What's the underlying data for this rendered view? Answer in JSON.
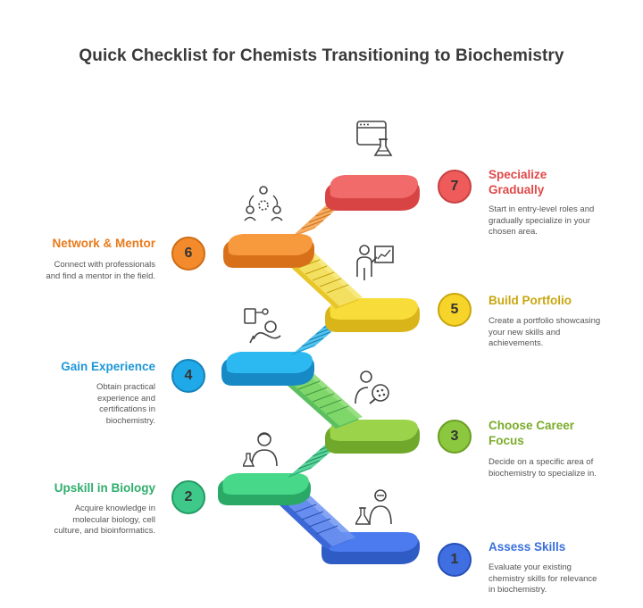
{
  "title": "Quick Checklist for Chemists Transitioning to Biochemistry",
  "steps": [
    {
      "num": "1",
      "title": "Assess Skills",
      "desc": "Evaluate your existing chemistry skills for relevance in biochemistry.",
      "color": "#3f6fe0",
      "title_color": "#3a6fdc",
      "icon": "scientist-with-flask-icon"
    },
    {
      "num": "2",
      "title": "Upskill in Biology",
      "desc": "Acquire knowledge in molecular biology, cell culture, and bioinformatics.",
      "color": "#3ec98a",
      "title_color": "#2fae6c",
      "icon": "researcher-with-beaker-icon"
    },
    {
      "num": "3",
      "title": "Choose Career Focus",
      "desc": "Decide on a specific area of biochemistry to specialize in.",
      "color": "#8cc83f",
      "title_color": "#7bab2a",
      "icon": "person-with-magnifier-icon"
    },
    {
      "num": "4",
      "title": "Gain Experience",
      "desc": "Obtain practical experience and certifications in biochemistry.",
      "color": "#1fa9e8",
      "title_color": "#1e97d6",
      "icon": "hand-with-document-icon"
    },
    {
      "num": "5",
      "title": "Build Portfolio",
      "desc": "Create a portfolio showcasing your new skills and achievements.",
      "color": "#f6d42a",
      "title_color": "#c9a60f",
      "icon": "presenter-with-chart-icon"
    },
    {
      "num": "6",
      "title": "Network & Mentor",
      "desc": "Connect with professionals and find a mentor in the field.",
      "color": "#f38b2c",
      "title_color": "#e87a1c",
      "icon": "people-network-icon"
    },
    {
      "num": "7",
      "title": "Specialize Gradually",
      "desc": "Start in entry-level roles and gradually specialize in your chosen area.",
      "color": "#ef5b5b",
      "title_color": "#e04848",
      "icon": "lab-browser-icon"
    }
  ]
}
